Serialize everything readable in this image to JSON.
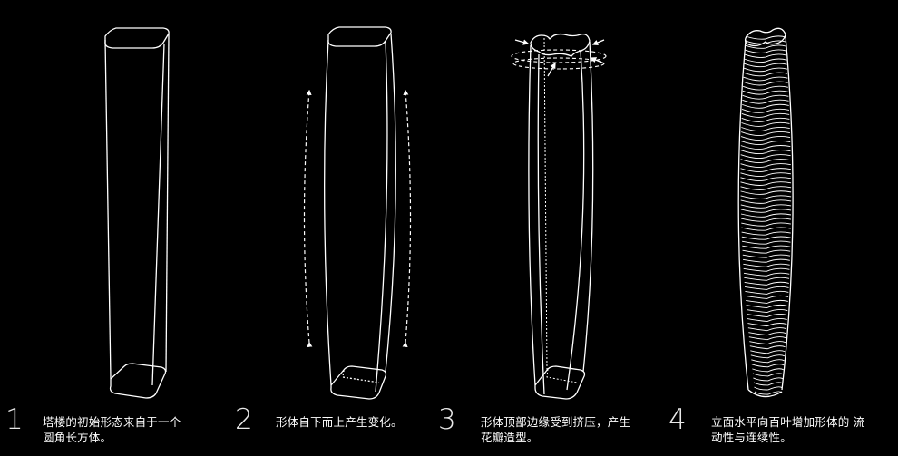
{
  "steps": [
    {
      "number": "1",
      "caption": "塔楼的初始形态来自于一个\n圆角长方体。"
    },
    {
      "number": "2",
      "caption": "形体自下而上产生变化。"
    },
    {
      "number": "3",
      "caption": "形体顶部边缘受到挤压，产生\n花瓣造型。"
    },
    {
      "number": "4",
      "caption": "立面水平向百叶增加形体的 流\n动性与连续性。"
    }
  ],
  "colors": {
    "background": "#000000",
    "line": "#ffffff"
  }
}
